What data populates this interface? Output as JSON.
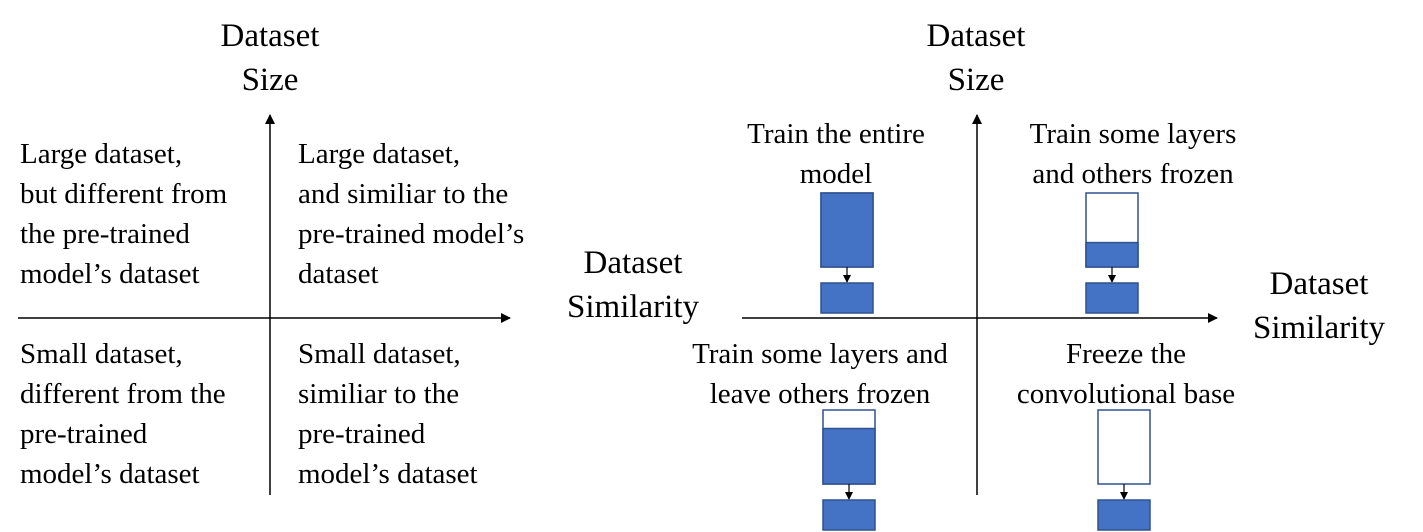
{
  "colors": {
    "block_fill": "#4472C4",
    "block_stroke": "#2F528F",
    "axis": "#000000",
    "text": "#000000"
  },
  "left_diagram": {
    "y_axis_label": [
      "Dataset",
      "Size"
    ],
    "x_axis_label": [
      "Dataset",
      "Similarity"
    ],
    "quadrants": {
      "top_left": [
        "Large dataset,",
        "but different from",
        "the pre-trained",
        "model’s dataset"
      ],
      "top_right": [
        "Large dataset,",
        "and similiar to the",
        "pre-trained model’s",
        "dataset"
      ],
      "bottom_left": [
        "Small dataset,",
        "different from the",
        "pre-trained",
        "model’s dataset"
      ],
      "bottom_right": [
        "Small dataset,",
        "similiar to the",
        "pre-trained",
        "model’s dataset"
      ]
    }
  },
  "right_diagram": {
    "y_axis_label": [
      "Dataset",
      "Size"
    ],
    "x_axis_label": [
      "Dataset",
      "Similarity"
    ],
    "quadrants": {
      "top_left": {
        "label": [
          "Train the entire",
          "model"
        ],
        "trainable_fraction": 1.0
      },
      "top_right": {
        "label": [
          "Train some layers",
          "and others frozen"
        ],
        "trainable_fraction": 0.33
      },
      "bottom_left": {
        "label": [
          "Train some layers and",
          "leave others frozen"
        ],
        "trainable_fraction": 0.75
      },
      "bottom_right": {
        "label": [
          "Freeze the",
          "convolutional base"
        ],
        "trainable_fraction": 0.0
      }
    }
  }
}
